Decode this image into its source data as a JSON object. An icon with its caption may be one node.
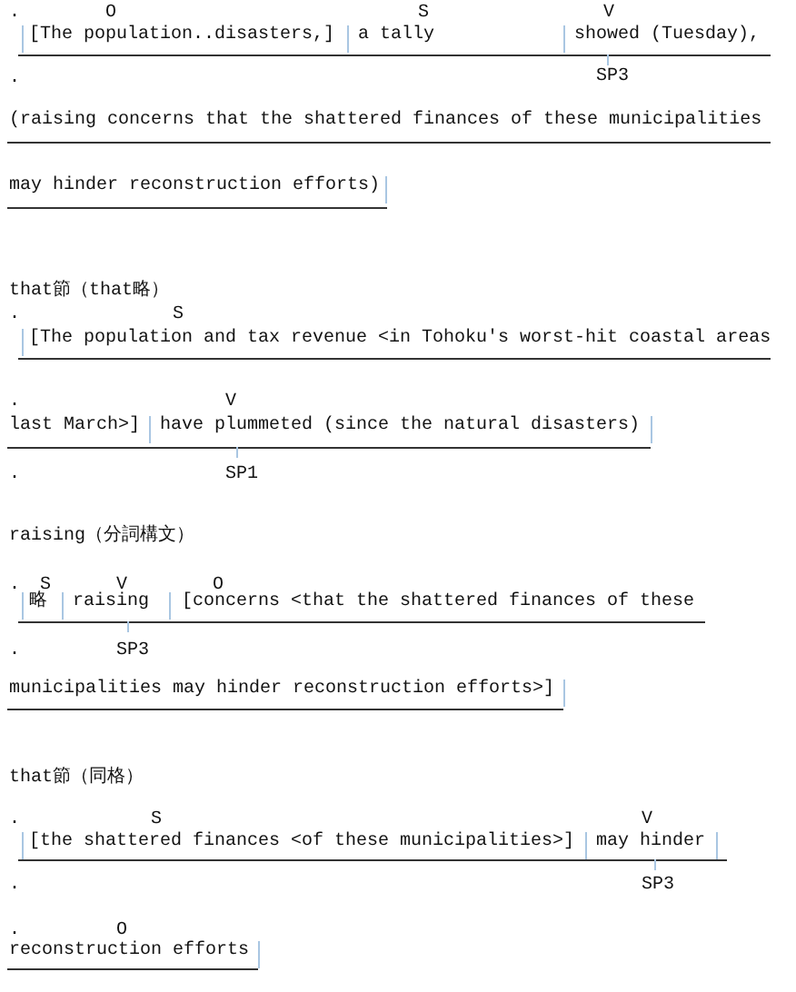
{
  "diagram": {
    "labels": [
      ".",
      "O",
      "S",
      "V",
      "[The population..disasters,]",
      "a tally",
      "showed (Tuesday),",
      ".",
      "SP3",
      "(raising concerns that the shattered finances of these municipalities",
      "may hinder reconstruction efforts)",
      "that節（that略）",
      ".",
      "S",
      "[The population and tax revenue <in Tohoku's worst-hit coastal areas",
      ".",
      "V",
      "last March>]",
      "have plummeted (since the natural disasters)",
      ".",
      "SP1",
      "raising（分詞構文）",
      ".",
      "S",
      "V",
      "O",
      "略",
      "raising",
      "[concerns <that the shattered finances of these",
      ".",
      "SP3",
      "municipalities may hinder reconstruction efforts>]",
      "that節（同格）",
      ".",
      "S",
      "V",
      "[the shattered finances <of these municipalities>]",
      "may hinder",
      ".",
      "SP3",
      ".",
      "O",
      "reconstruction efforts"
    ]
  }
}
